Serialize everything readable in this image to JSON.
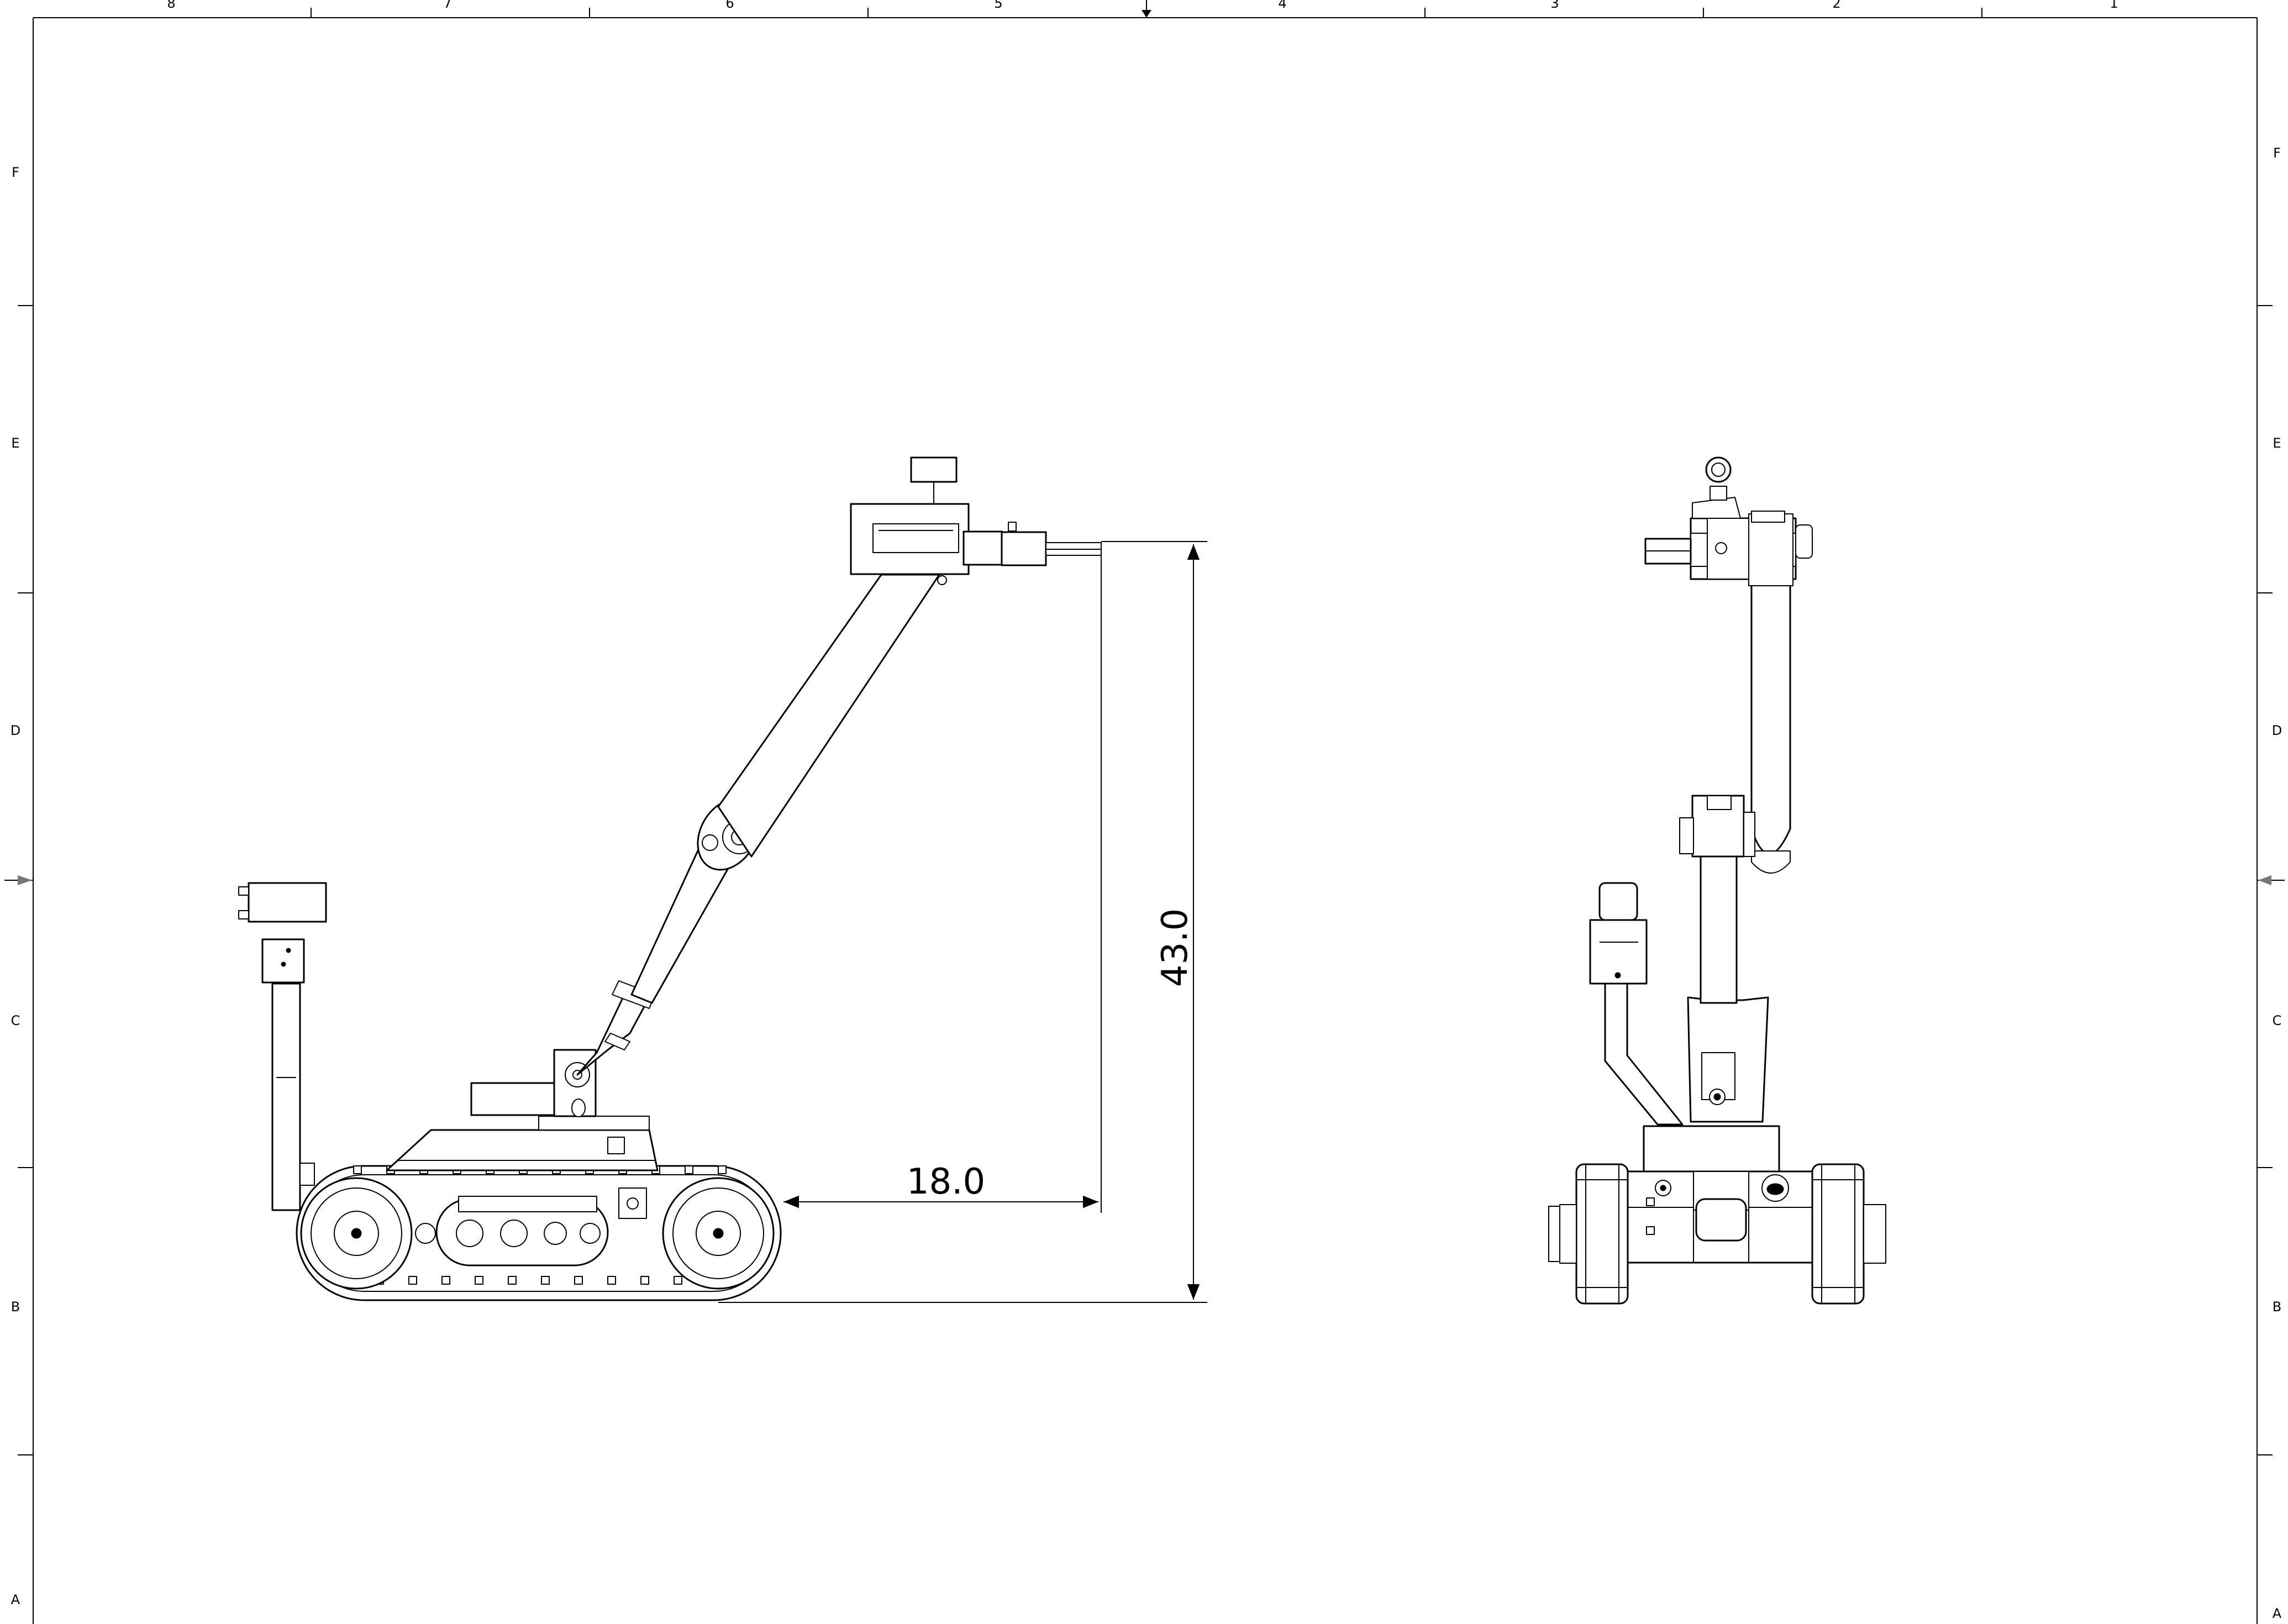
{
  "drawing": {
    "line_color": "#000000",
    "background": "#ffffff",
    "top_zone_numbers": [
      "8",
      "7",
      "6",
      "5",
      "4",
      "3",
      "2",
      "1"
    ],
    "side_zone_letters": [
      "F",
      "E",
      "D",
      "C",
      "B",
      "A"
    ]
  },
  "dimensions": {
    "horizontal_reach": "18.0",
    "overall_height": "43.0"
  },
  "views": {
    "side_view": "robot-side-elevation",
    "front_view": "robot-front-elevation"
  }
}
